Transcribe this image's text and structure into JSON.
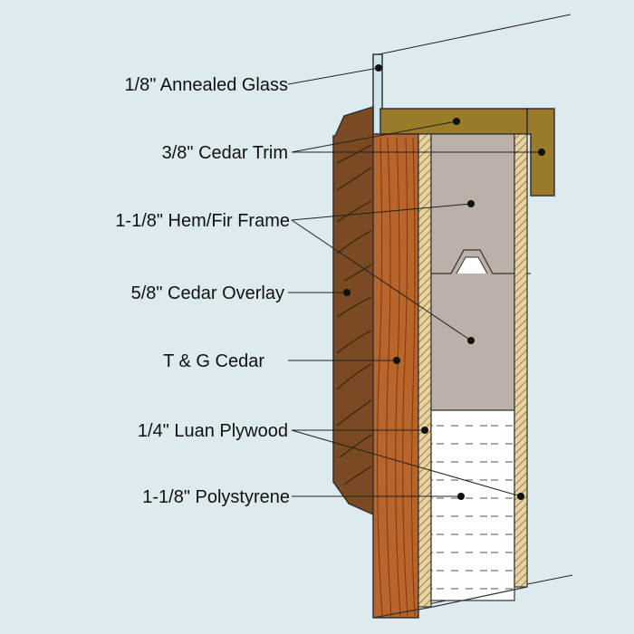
{
  "colors": {
    "background": "#ddebef",
    "glass": "#cde6ee",
    "cedar_trim": "#9a7b2a",
    "cedar_overlay": "#7a4a22",
    "tg_cedar": "#b8642a",
    "luan_plywood": "#e6d3a0",
    "hem_fir_frame": "#bcb1a8",
    "polystyrene": "#ffffff"
  },
  "labels": {
    "glass": "1/8\" Annealed Glass",
    "trim": "3/8\" Cedar Trim",
    "frame": "1-1/8\" Hem/Fir Frame",
    "overlay": "5/8\" Cedar Overlay",
    "tg": "T & G Cedar",
    "luan": "1/4\" Luan Plywood",
    "poly": "1-1/8\" Polystyrene"
  }
}
